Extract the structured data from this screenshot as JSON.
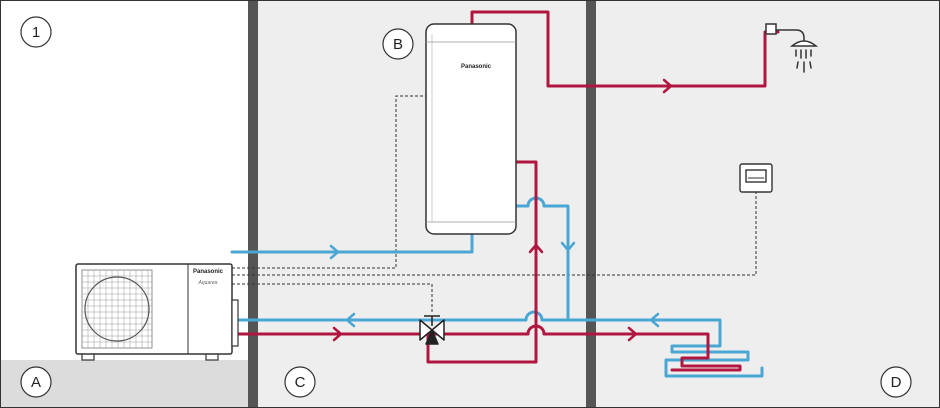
{
  "labels": {
    "zone_1": "1",
    "zone_a": "A",
    "zone_b": "B",
    "zone_c": "C",
    "zone_d": "D"
  },
  "brand": {
    "tank": "Panasonic",
    "outdoor_unit": "Panasonic",
    "outdoor_sub": "Aquarea"
  },
  "colors": {
    "hot": "#b0163f",
    "cold": "#4aa7d4",
    "wall": "#555555",
    "indoor_bg": "#efeeee",
    "floor": "#dcdcdc",
    "outline": "#333333",
    "control": "#333333"
  },
  "icons": {
    "heat_pump": "outdoor-heat-pump-icon",
    "tank": "hot-water-cylinder-icon",
    "shower": "shower-head-icon",
    "thermostat": "room-controller-icon",
    "valve": "three-way-valve-icon",
    "floor_heating": "underfloor-heating-loop-icon"
  }
}
